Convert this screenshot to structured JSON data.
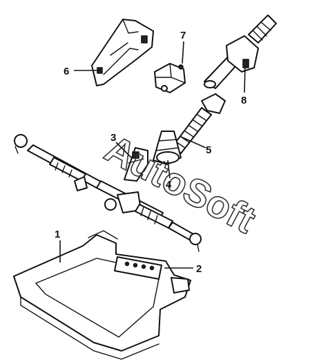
{
  "watermark": "AutoSoft",
  "callouts": [
    {
      "number": "1",
      "part": "subframe"
    },
    {
      "number": "2",
      "part": "subframe-crossmember-bracket"
    },
    {
      "number": "3",
      "part": "steering-shaft-universal-joint"
    },
    {
      "number": "4",
      "part": "steering-shaft-boot"
    },
    {
      "number": "5",
      "part": "intermediate-steering-shaft"
    },
    {
      "number": "6",
      "part": "steering-column-bracket"
    },
    {
      "number": "7",
      "part": "ignition-switch-housing"
    },
    {
      "number": "8",
      "part": "steering-column"
    }
  ],
  "colors": {
    "line": "#111111",
    "background": "#ffffff",
    "watermark": "#333333"
  }
}
